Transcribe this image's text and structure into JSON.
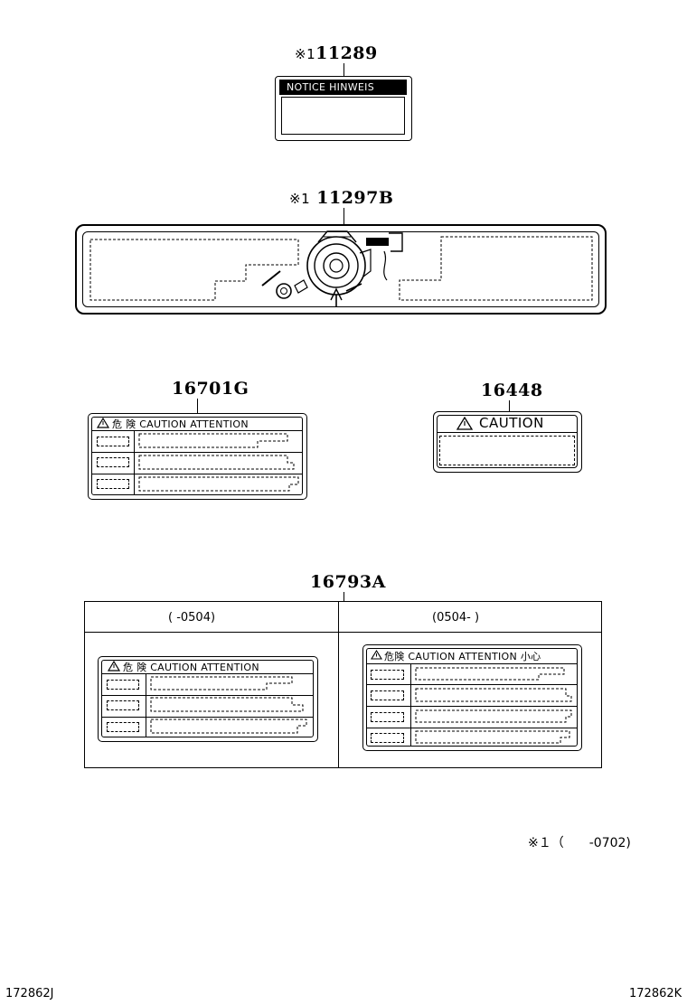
{
  "parts": {
    "p11289": {
      "mark": "※1",
      "number": "11289",
      "header": "NOTICE    HINWEIS"
    },
    "p11297B": {
      "mark": "※1",
      "number": "11297B"
    },
    "p16701G": {
      "number": "16701G",
      "header": "危 険    CAUTION    ATTENTION"
    },
    "p16448": {
      "number": "16448",
      "header": "CAUTION"
    },
    "p16793A": {
      "number": "16793A",
      "col_left": "(        -0504)",
      "col_right": "(0504-        )",
      "left_header": "危 険    CAUTION    ATTENTION",
      "right_header": "危険  CAUTION  ATTENTION  小心"
    }
  },
  "footnote": "※１（　　-0702)",
  "codes": {
    "left": "172862J",
    "right": "172862K"
  }
}
